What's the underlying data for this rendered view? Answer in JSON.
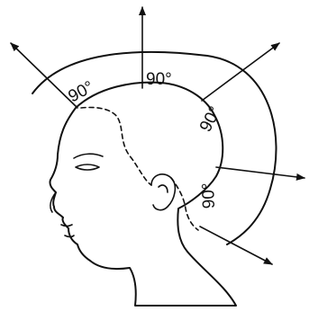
{
  "diagram": {
    "angle_labels": [
      "90°",
      "90°",
      "90°",
      "90°"
    ]
  }
}
